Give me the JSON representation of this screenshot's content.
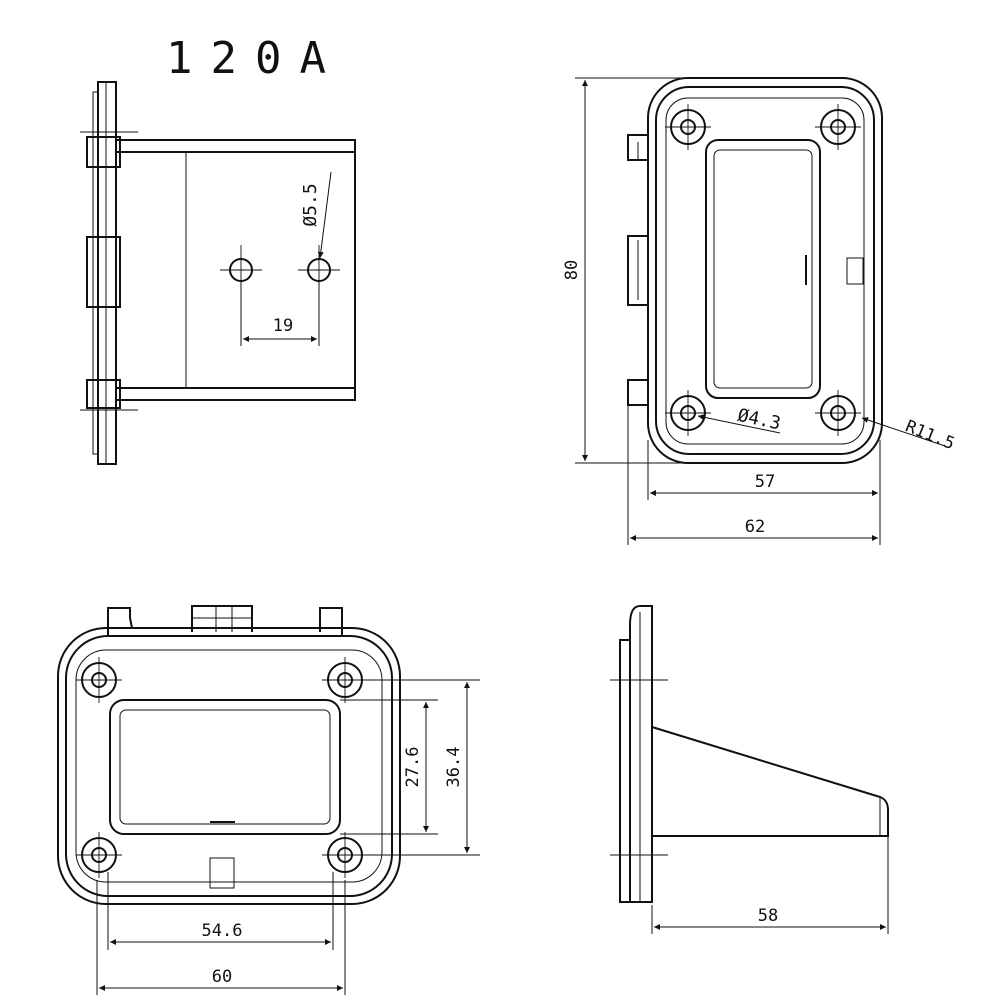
{
  "title": "120A",
  "top_left": {
    "hole_dia": "Ø5.5",
    "hole_spacing": "19"
  },
  "top_right": {
    "height": "80",
    "hole_dia": "Ø4.3",
    "radius": "R11.5",
    "inner_width": "57",
    "outer_width": "62"
  },
  "bottom_left": {
    "inner_height": "27.6",
    "hole_spacing_vertical": "36.4",
    "hole_spacing_horizontal": "54.6",
    "outer_width": "60"
  },
  "bottom_right": {
    "depth": "58"
  }
}
